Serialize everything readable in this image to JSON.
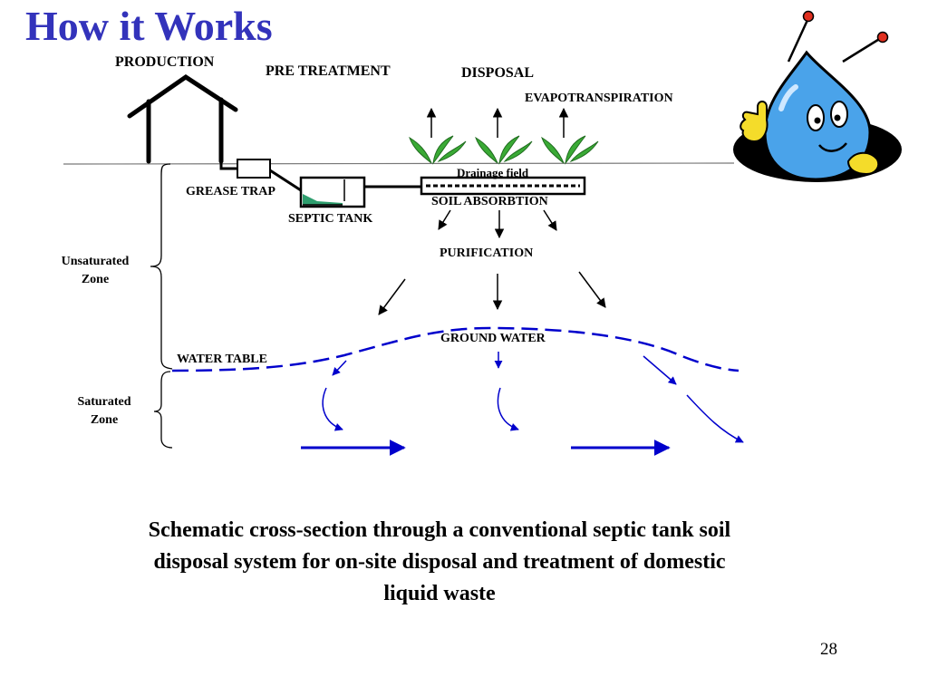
{
  "slide": {
    "title": "How it Works",
    "caption": "Schematic cross-section through a conventional septic tank soil disposal system for on-site disposal and treatment of domestic liquid waste",
    "page_number": "28"
  },
  "diagram": {
    "production": "PRODUCTION",
    "pre_treatment": "PRE TREATMENT",
    "disposal": "DISPOSAL",
    "evapotranspiration": "EVAPOTRANSPIRATION",
    "drainage_field": "Drainage field",
    "grease_trap": "GREASE TRAP",
    "septic_tank": "SEPTIC TANK",
    "soil_absorption": "SOIL ABSORBTION",
    "purification": "PURIFICATION",
    "ground_water": "GROUND WATER",
    "water_table": "WATER TABLE",
    "unsaturated_zone": [
      "Unsaturated",
      "Zone"
    ],
    "saturated_zone": [
      "Saturated",
      "Zone"
    ]
  },
  "colors": {
    "title": "#3333bb",
    "groundwater_flow": "#0000cc",
    "septic_fill": "#2e9e6e",
    "plant": "#3aaa35",
    "mascot": "#4aa3ea"
  },
  "icons": [
    "house-icon",
    "plant-icon",
    "water-drop-mascot-icon"
  ]
}
